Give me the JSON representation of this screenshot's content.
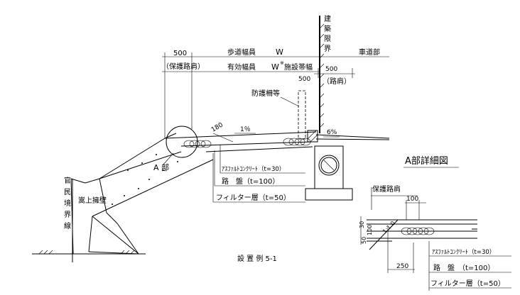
{
  "labels": {
    "sidewalk_width": "歩道幅員",
    "W": "W",
    "effective_width": "有効幅員",
    "W_star": "W",
    "star": "※",
    "shoulder_width": "施設帯幅",
    "protective_shoulder": "（保護路肩）",
    "road_shoulder": "（路肩）",
    "dim_500_left": "500",
    "dim_500_mid": "500",
    "dim_500_right": "500",
    "building_limit_chars": [
      "建",
      "築",
      "限",
      "界"
    ],
    "roadway": "車道部",
    "guard_fence": "防護柵等",
    "slope_180": "180",
    "slope_1pct": "1％",
    "slope_6pct": "6%",
    "detail_callout": "A 部",
    "retaining_wall": "嵩上擁壁",
    "boundary_chars": [
      "官",
      "民",
      "境",
      "界",
      "線"
    ],
    "asphalt_main": "ｱｽﾌｧﾙﾄｺﾝｸﾘｰﾄ（t=30）",
    "subbase_main": "路　盤（t=100）",
    "filter_main": "フィルター層（t=50）",
    "figure_caption": "設 置 例 5-1",
    "detail_title": "A部詳細図",
    "detail_protective_shoulder": "保護路肩",
    "detail_100_top": "100",
    "detail_50": "50",
    "detail_30": "30",
    "detail_100_side": "100",
    "detail_slope": "1:1.0",
    "detail_250": "250",
    "asphalt_detail": "ｱｽﾌｧﾙﾄｺﾝｸﾘｰﾄ（t=30）",
    "subbase_detail": "路　盤　（t=100）",
    "filter_detail": "フィルター層（t=50）"
  }
}
